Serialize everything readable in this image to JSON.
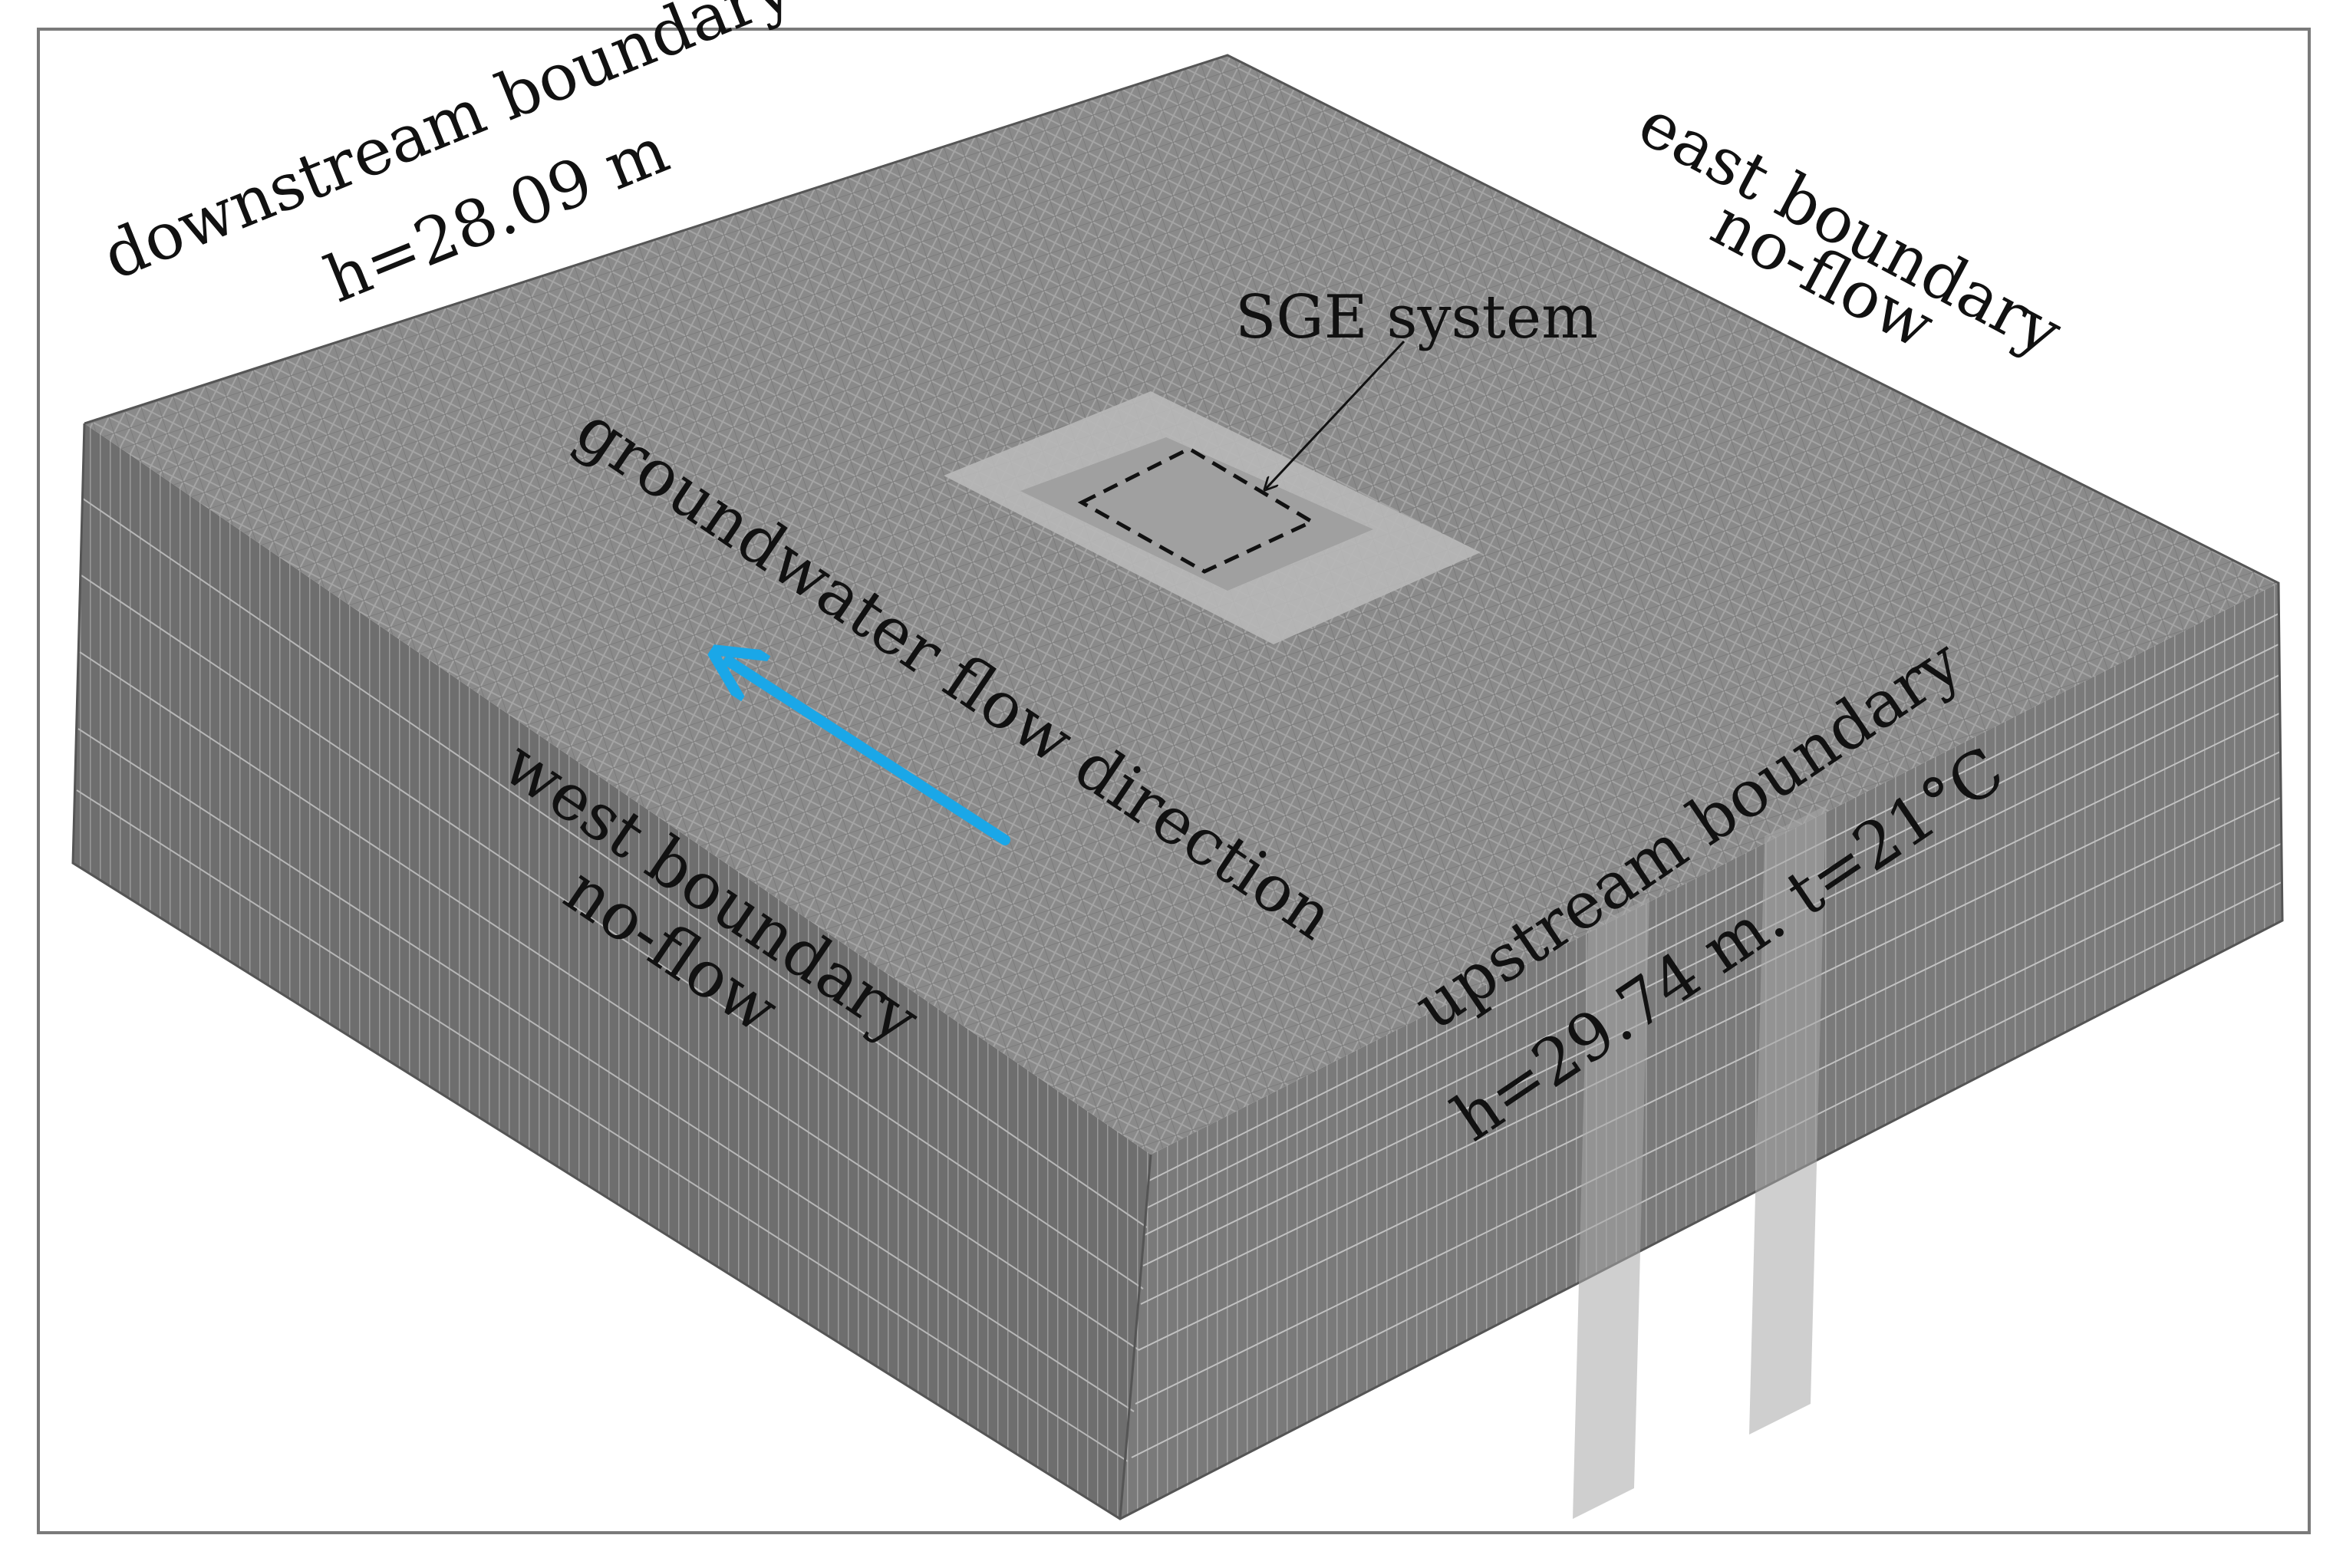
{
  "figure": {
    "labels": {
      "downstream_line1": "downstream boundary",
      "downstream_line2": "h=28.09 m",
      "east_line1": "east boundary",
      "east_line2": "no-flow",
      "sge": "SGE system",
      "flow": "groundwater flow direction",
      "west_line1": "west boundary",
      "west_line2": "no-flow",
      "upstream_line1": "upstream boundary",
      "upstream_line2": "h=29.74 m. t=21°C"
    },
    "colors": {
      "background": "#ffffff",
      "frame": "#7a7a7a",
      "mesh_top": "#8a8a8a",
      "mesh_left_face": "#6e6e6e",
      "mesh_right_face": "#7a7a7a",
      "sge_zone": "#b8b8b8",
      "arrow": "#1aa7e8",
      "text": "#111111"
    }
  }
}
